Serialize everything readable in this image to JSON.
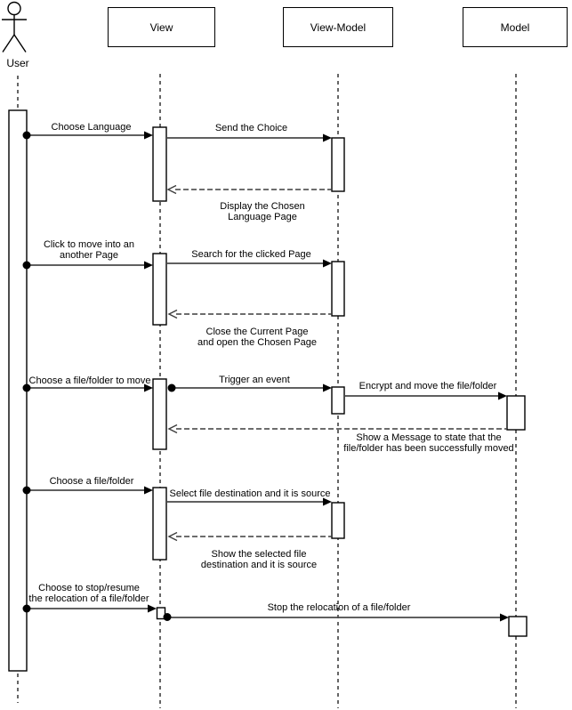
{
  "actor": {
    "label": "User"
  },
  "participants": [
    {
      "label": "View"
    },
    {
      "label": "View-Model"
    },
    {
      "label": "Model"
    }
  ],
  "messages": [
    {
      "name": "choose-language",
      "lines": [
        "Choose Language"
      ]
    },
    {
      "name": "send-the-choice",
      "lines": [
        "Send the Choice"
      ]
    },
    {
      "name": "display-the-chosen-language-page",
      "lines": [
        "Display the Chosen",
        "Language Page"
      ]
    },
    {
      "name": "click-to-move-into-another-page",
      "lines": [
        "Click to move into an",
        "another Page"
      ]
    },
    {
      "name": "search-for-the-clicked-page",
      "lines": [
        "Search for the clicked Page"
      ]
    },
    {
      "name": "close-current-open-chosen-page",
      "lines": [
        "Close the Current Page",
        "and open the Chosen Page"
      ]
    },
    {
      "name": "choose-a-file-folder-to-move",
      "lines": [
        "Choose a file/folder to move"
      ]
    },
    {
      "name": "trigger-an-event",
      "lines": [
        "Trigger an event"
      ]
    },
    {
      "name": "encrypt-and-move-the-file-folder",
      "lines": [
        "Encrypt and move the file/folder"
      ]
    },
    {
      "name": "show-message-successfully-moved",
      "lines": [
        "Show a Message to state that the",
        "file/folder has been successfully moved"
      ]
    },
    {
      "name": "choose-a-file-folder",
      "lines": [
        "Choose a file/folder"
      ]
    },
    {
      "name": "select-file-destination-and-source",
      "lines": [
        "Select file destination and it is source"
      ]
    },
    {
      "name": "show-selected-file-destination",
      "lines": [
        "Show the selected file",
        "destination and it is source"
      ]
    },
    {
      "name": "choose-to-stop-resume-relocation",
      "lines": [
        "Choose to stop/resume",
        "the relocation of a file/folder"
      ]
    },
    {
      "name": "stop-the-relocation-of-file-folder",
      "lines": [
        "Stop the relocation of a file/folder"
      ]
    }
  ],
  "colors": {
    "stroke": "#000000",
    "message_line": "#4a4a4a",
    "background": "#ffffff"
  }
}
